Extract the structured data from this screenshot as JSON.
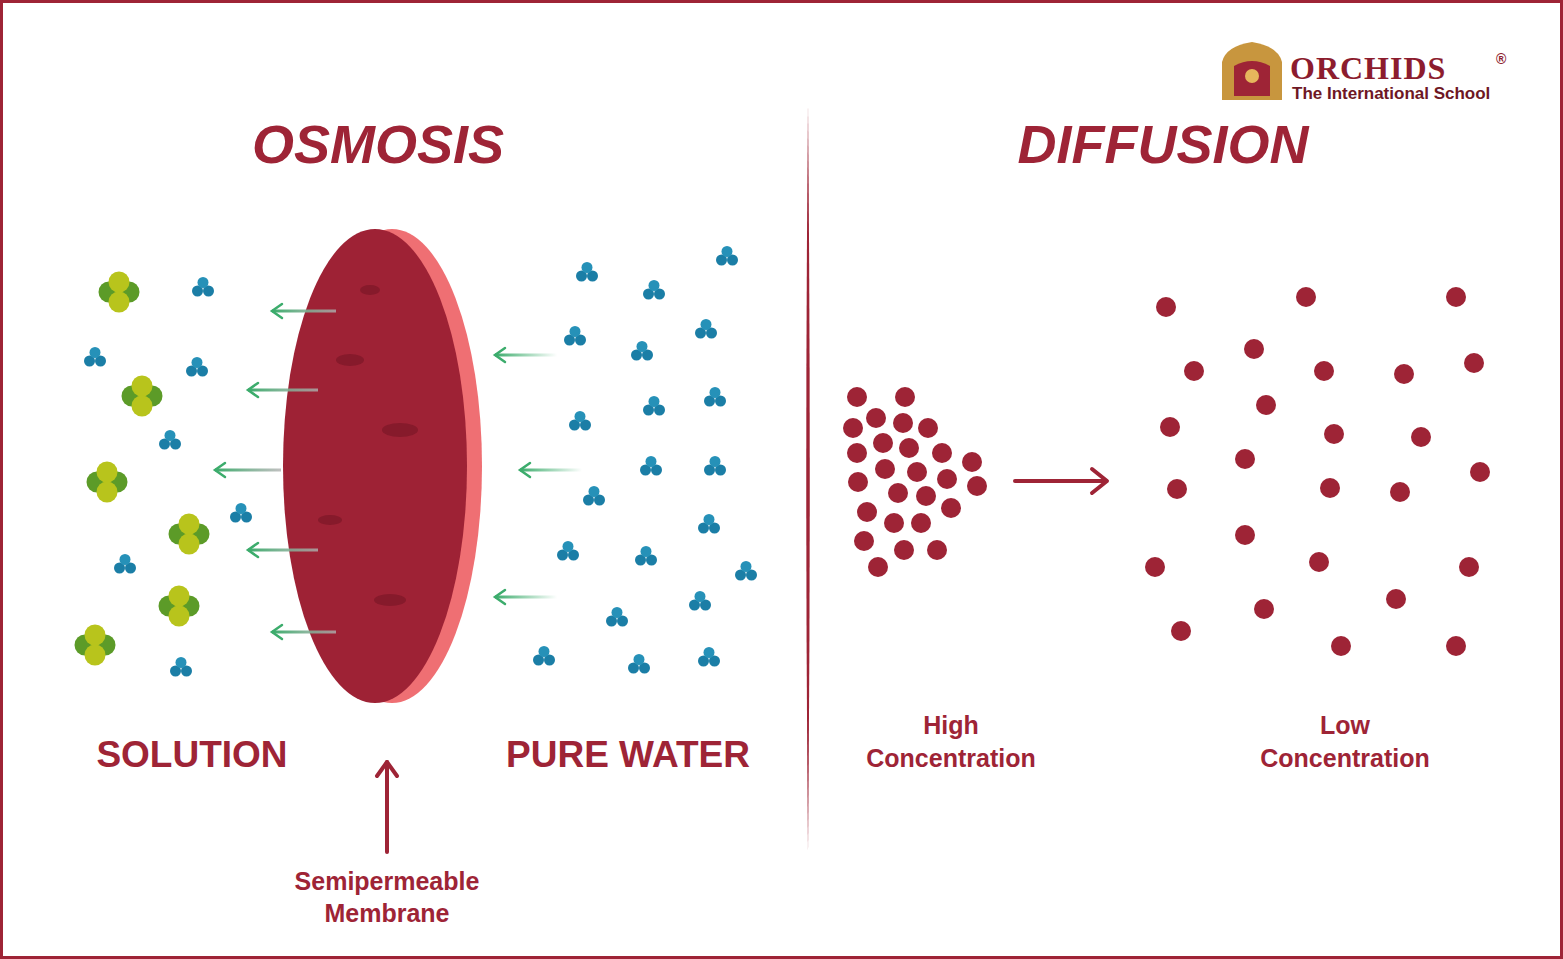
{
  "diagram": {
    "labels": [
      "ORCHIDS",
      "®",
      "The International School",
      "OSMOSIS",
      "DIFFUSION",
      "SOLUTION",
      "PURE WATER",
      "Semipermeable Membrane",
      "High Concentration",
      "Low Concentration"
    ]
  }
}
